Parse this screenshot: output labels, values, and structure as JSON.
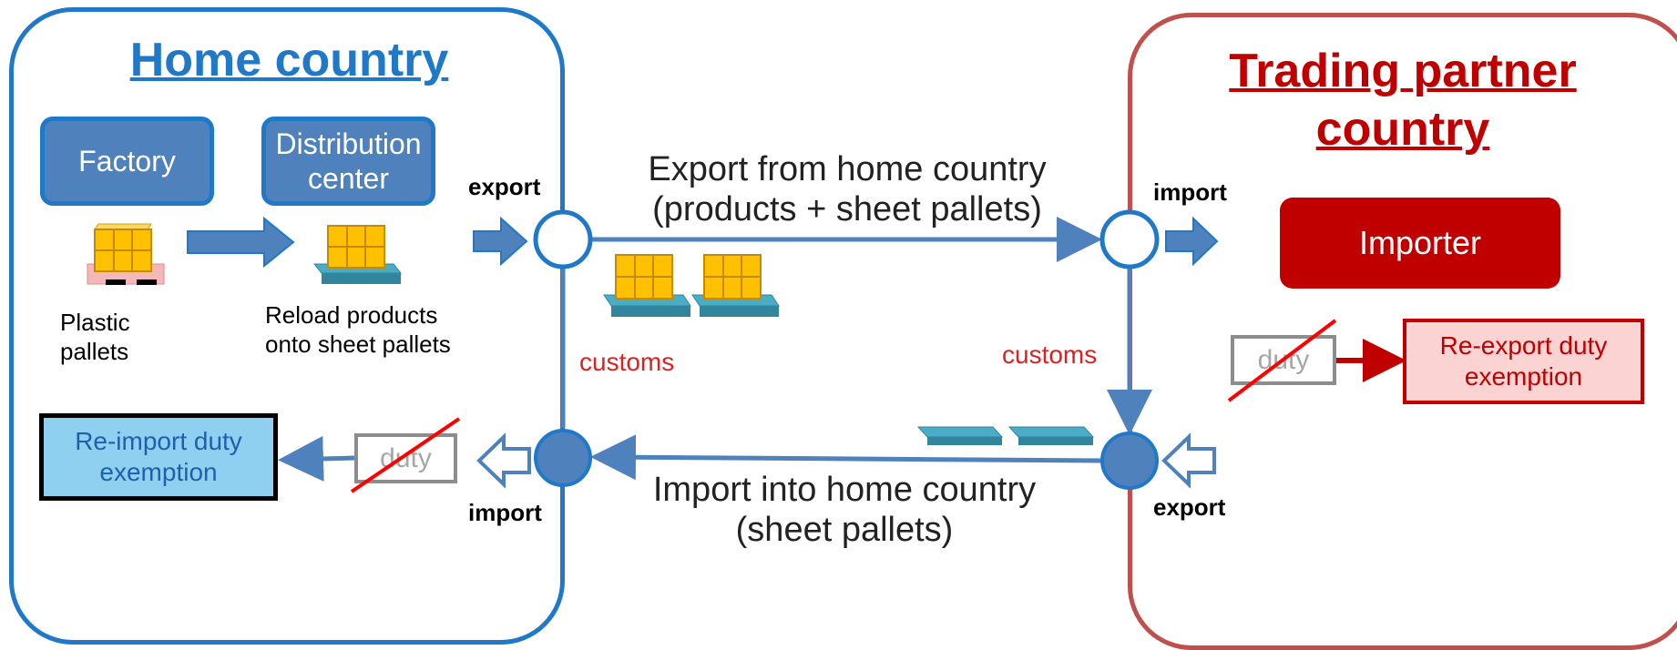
{
  "home": {
    "title": "Home country",
    "factory": "Factory",
    "distribution_center": "Distribution center",
    "plastic_pallets": "Plastic pallets",
    "reload_note": "Reload products onto sheet pallets",
    "reimport_exemption": "Re-import duty exemption",
    "duty": "duty"
  },
  "partner": {
    "title": "Trading partner country",
    "importer": "Importer",
    "reexport_exemption": "Re-export duty exemption",
    "duty": "duty"
  },
  "flows": {
    "export_label": "Export from home country (products + sheet pallets)",
    "import_label": "Import into home country (sheet pallets)"
  },
  "labels": {
    "export_home": "export",
    "import_partner": "import",
    "import_home": "import",
    "export_partner": "export",
    "customs_home": "customs",
    "customs_partner": "customs"
  },
  "colors": {
    "home_blue": "#1f78c8",
    "box_blue": "#4f81bd",
    "partner_red": "#c00000",
    "customs_red": "#e02020",
    "crate_yellow": "#ffc000",
    "pallet_teal": "#4bacc6"
  }
}
